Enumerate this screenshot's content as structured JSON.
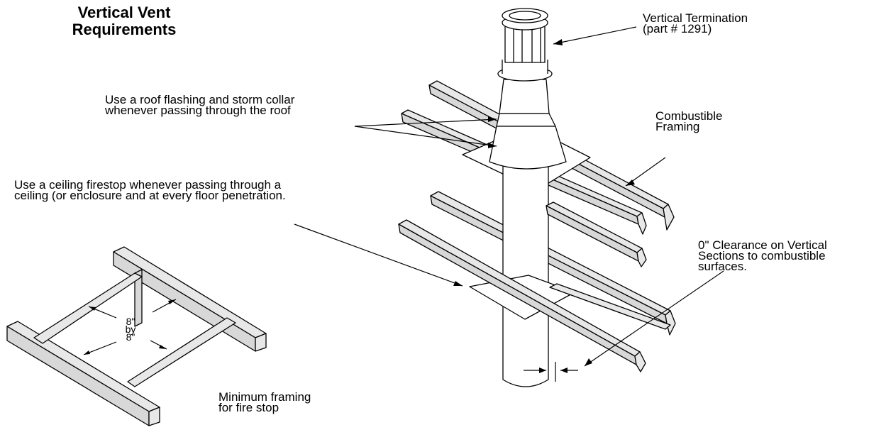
{
  "title": {
    "line1": "Vertical Vent",
    "line2": "Requirements"
  },
  "labels": {
    "termination_1": "Vertical Termination",
    "termination_2": "(part # 1291)",
    "flashing_1": "Use a roof flashing and storm collar",
    "flashing_2": "whenever passing through the roof",
    "combustible_1": "Combustible",
    "combustible_2": "Framing",
    "firestop_1": "Use a ceiling firestop whenever passing through a",
    "firestop_2": "ceiling (or enclosure and at every floor penetration.",
    "clearance_1": "0\" Clearance on Vertical",
    "clearance_2": "Sections to combustible",
    "clearance_3": "surfaces.",
    "framing_1": "Minimum framing",
    "framing_2": "for fire stop",
    "dim_1": "8\"",
    "dim_2": "by",
    "dim_3": "8\""
  },
  "colors": {
    "joist_fill": "#e8e8e8",
    "line": "#000000",
    "background": "#ffffff"
  }
}
